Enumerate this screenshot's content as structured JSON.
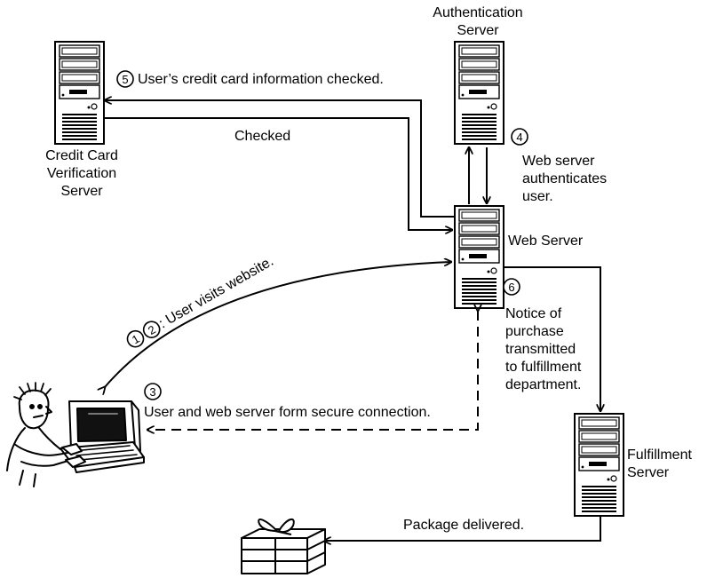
{
  "servers": {
    "authentication": {
      "name": "Authentication Server",
      "line1": "Authentication",
      "line2": "Server"
    },
    "credit_card": {
      "line1": "Credit Card",
      "line2": "Verification",
      "line3": "Server"
    },
    "web": {
      "name": "Web Server"
    },
    "fulfillment": {
      "line1": "Fulfillment",
      "line2": "Server"
    }
  },
  "steps": {
    "s12": {
      "num_a": "1",
      "num_b": "2",
      "text": ": User visits website."
    },
    "s3": {
      "num": "3",
      "text": "User and web server form secure connection."
    },
    "s4": {
      "num": "4",
      "line1": "Web server",
      "line2": "authenticates",
      "line3": "user."
    },
    "s5": {
      "num": "5",
      "text": "User’s credit card information checked."
    },
    "s6": {
      "num": "6",
      "line1": "Notice of",
      "line2": "purchase",
      "line3": "transmitted",
      "line4": "to fulfillment",
      "line5": "department."
    }
  },
  "flows": {
    "checked": "Checked",
    "package": "Package delivered."
  },
  "icons": {
    "user": "user-at-computer-icon",
    "package": "gift-package-icon",
    "server": "tower-server-icon"
  }
}
